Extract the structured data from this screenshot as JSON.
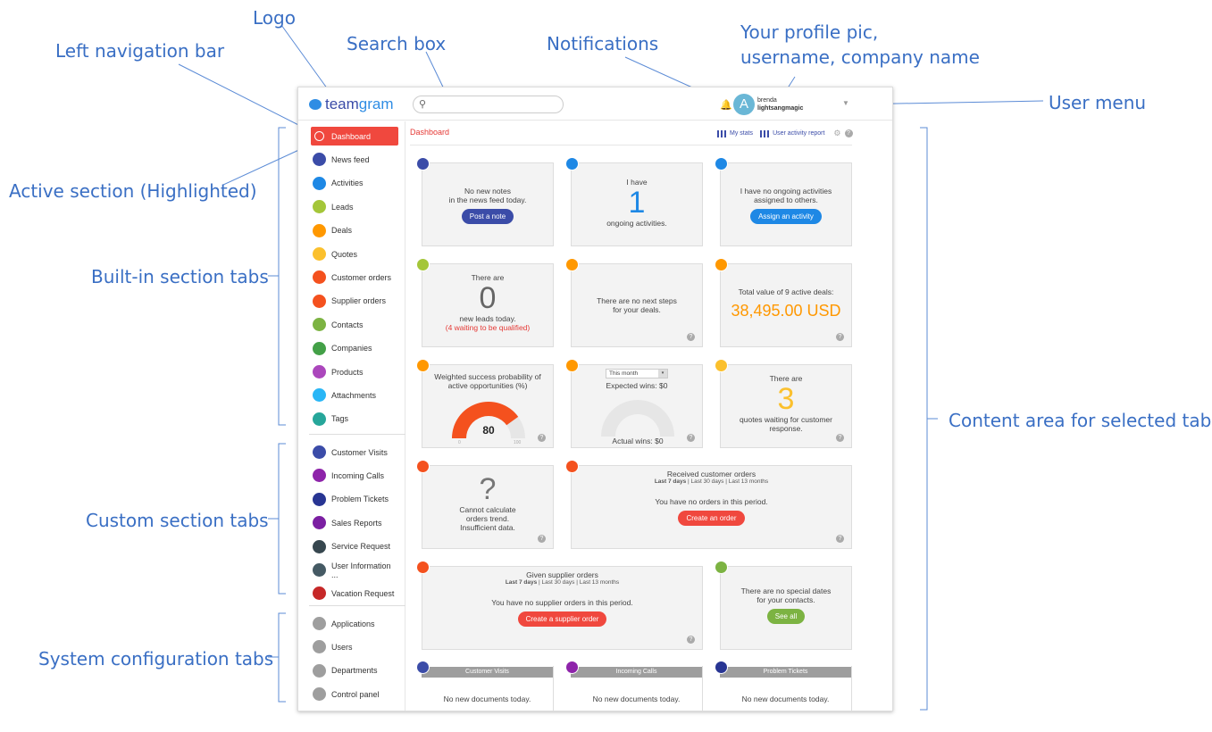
{
  "annotations": {
    "logo": "Logo",
    "left_nav": "Left navigation bar",
    "search": "Search box",
    "notifications": "Notifications",
    "profile_1": "Your profile pic,",
    "profile_2": "username, company name",
    "user_menu": "User menu",
    "active_section": "Active section (Highlighted)",
    "builtin": "Built-in section tabs",
    "custom": "Custom section tabs",
    "system": "System configuration tabs",
    "content": "Content area for selected tab"
  },
  "topbar": {
    "logo": "team",
    "logo_b": "gram",
    "search_icon": "⚲",
    "avatar_letter": "A",
    "username": "brenda",
    "company": "lightsangmagic",
    "bell": "🔔",
    "menu_arrow": "▼"
  },
  "nav": {
    "builtin": [
      {
        "label": "Dashboard",
        "color": "#f0483e",
        "icon": "dashboard-icon"
      },
      {
        "label": "News feed",
        "color": "#3b4ca8",
        "icon": "news-feed-icon"
      },
      {
        "label": "Activities",
        "color": "#1e88e5",
        "icon": "activities-icon"
      },
      {
        "label": "Leads",
        "color": "#a4c639",
        "icon": "leads-icon"
      },
      {
        "label": "Deals",
        "color": "#ff9800",
        "icon": "deals-icon"
      },
      {
        "label": "Quotes",
        "color": "#fbc02d",
        "icon": "quotes-icon"
      },
      {
        "label": "Customer orders",
        "color": "#f4511e",
        "icon": "customer-orders-icon"
      },
      {
        "label": "Supplier orders",
        "color": "#f4511e",
        "icon": "supplier-orders-icon"
      },
      {
        "label": "Contacts",
        "color": "#7cb342",
        "icon": "contacts-icon"
      },
      {
        "label": "Companies",
        "color": "#43a047",
        "icon": "companies-icon"
      },
      {
        "label": "Products",
        "color": "#ab47bc",
        "icon": "products-icon"
      },
      {
        "label": "Attachments",
        "color": "#29b6f6",
        "icon": "attachments-icon"
      },
      {
        "label": "Tags",
        "color": "#26a69a",
        "icon": "tags-icon"
      }
    ],
    "custom": [
      {
        "label": "Customer Visits",
        "color": "#3b4ca8",
        "icon": "customer-visits-icon"
      },
      {
        "label": "Incoming Calls",
        "color": "#8e24aa",
        "icon": "incoming-calls-icon"
      },
      {
        "label": "Problem Tickets",
        "color": "#283593",
        "icon": "problem-tickets-icon"
      },
      {
        "label": "Sales Reports",
        "color": "#7b1fa2",
        "icon": "sales-reports-icon"
      },
      {
        "label": "Service Request",
        "color": "#37474f",
        "icon": "service-request-icon"
      },
      {
        "label": "User Information ...",
        "color": "#455a64",
        "icon": "user-information-icon"
      },
      {
        "label": "Vacation Request",
        "color": "#c62828",
        "icon": "vacation-request-icon"
      }
    ],
    "system": [
      {
        "label": "Applications",
        "color": "#9e9e9e",
        "icon": "applications-icon"
      },
      {
        "label": "Users",
        "color": "#9e9e9e",
        "icon": "users-icon"
      },
      {
        "label": "Departments",
        "color": "#9e9e9e",
        "icon": "departments-icon"
      },
      {
        "label": "Control panel",
        "color": "#9e9e9e",
        "icon": "control-panel-icon"
      }
    ]
  },
  "main": {
    "title": "Dashboard",
    "my_stats": "My stats",
    "user_activity": "User activity report",
    "gear": "⚙",
    "help": "?",
    "cards": {
      "notes_1": "No new notes",
      "notes_2": "in the news feed today.",
      "post_note": "Post a note",
      "have": "I have",
      "ongoing_num": "1",
      "ongoing": "ongoing activities.",
      "no_ongoing_1": "I have no ongoing activities",
      "no_ongoing_2": "assigned to others.",
      "assign": "Assign an activity",
      "there_are": "There are",
      "leads_num": "0",
      "new_leads": "new leads today.",
      "waiting": "(4 waiting to be qualified)",
      "no_steps_1": "There are no next steps",
      "no_steps_2": "for your deals.",
      "total_value": "Total value of 9 active deals:",
      "deals_value": "38,495.00 USD",
      "weighted_1": "Weighted success probability of",
      "weighted_2": "active opportunities (%)",
      "gauge_value": "80",
      "gauge_min": "0",
      "gauge_max": "100",
      "period": "This month",
      "expected": "Expected wins: $0",
      "actual": "Actual wins: $0",
      "quotes_there": "There are",
      "quotes_num": "3",
      "quotes_1": "quotes waiting for customer",
      "quotes_2": "response.",
      "qmark": "?",
      "trend_1": "Cannot calculate",
      "trend_2": "orders trend.",
      "trend_3": "Insufficient data.",
      "received": "Received customer orders",
      "last7": "Last 7 days",
      "last30": " | Last 30 days | Last 13 months",
      "no_orders": "You have no orders in this period.",
      "create_order": "Create an order",
      "given": "Given supplier orders",
      "no_supplier": "You have no supplier orders in this period.",
      "create_supplier": "Create a supplier order",
      "dates_1": "There are no special dates",
      "dates_2": "for your contacts.",
      "see_all": "See all",
      "cv": "Customer Visits",
      "ic": "Incoming Calls",
      "pt": "Problem Tickets",
      "no_docs": "No new documents today."
    }
  },
  "colors": {
    "accent": "#f0483e",
    "brand": "#3b4ca8",
    "blue": "#1e88e5",
    "orange": "#ff9800",
    "annotation": "#3a6fc4"
  }
}
